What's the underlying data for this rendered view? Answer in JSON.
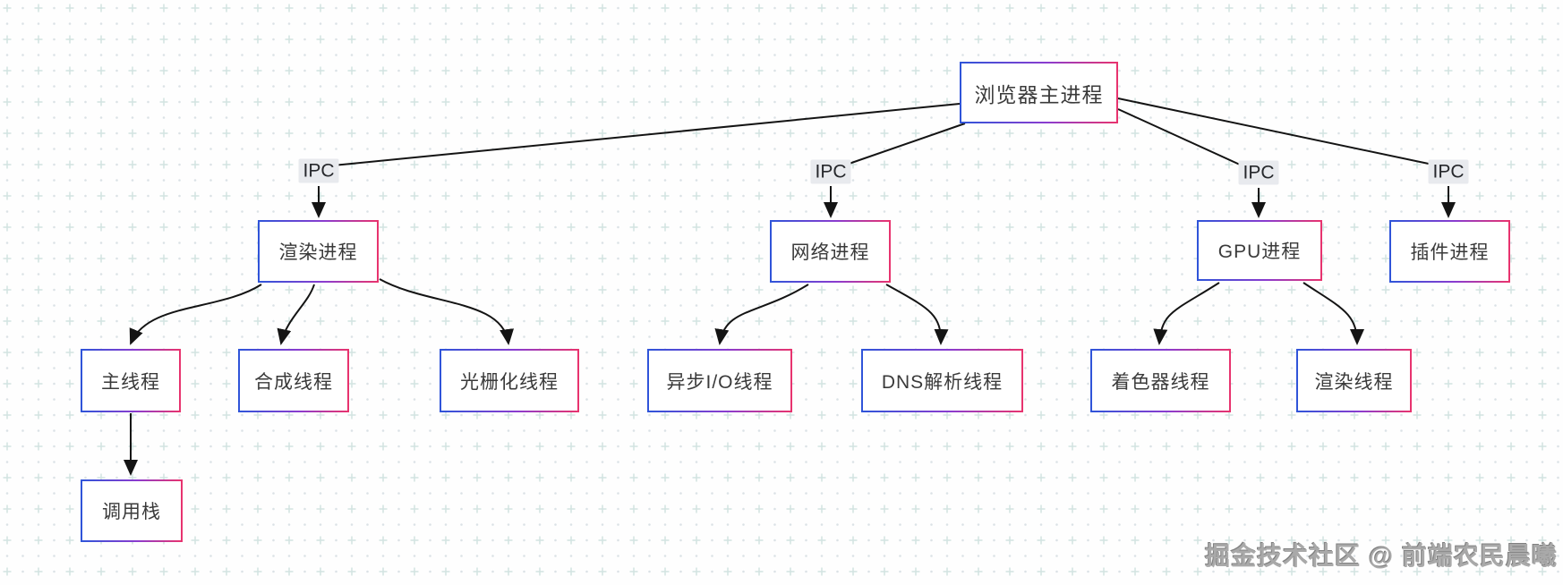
{
  "diagram": {
    "nodes": {
      "main": "浏览器主进程",
      "render_process": "渲染进程",
      "network_process": "网络进程",
      "gpu_process": "GPU进程",
      "plugin_process": "插件进程",
      "main_thread": "主线程",
      "compositor_thread": "合成线程",
      "raster_thread": "光栅化线程",
      "async_io_thread": "异步I/O线程",
      "dns_thread": "DNS解析线程",
      "shader_thread": "着色器线程",
      "render_thread": "渲染线程",
      "call_stack": "调用栈"
    },
    "ipc_label": "IPC",
    "watermark": "掘金技术社区 @ 前端农民晨曦",
    "colors": {
      "node_border_gradient_start": "#2f54d9",
      "node_border_gradient_end": "#e8336e",
      "node_fill": "#ffffff",
      "node_text": "#3a3a3a",
      "edge_line": "#141414",
      "ipc_background": "#e8eaee",
      "ipc_text": "#26282c",
      "watermark_text": "#a9a9a9",
      "background_dots": "#dbe2e6",
      "background_plus": "#d2e3e1"
    }
  }
}
